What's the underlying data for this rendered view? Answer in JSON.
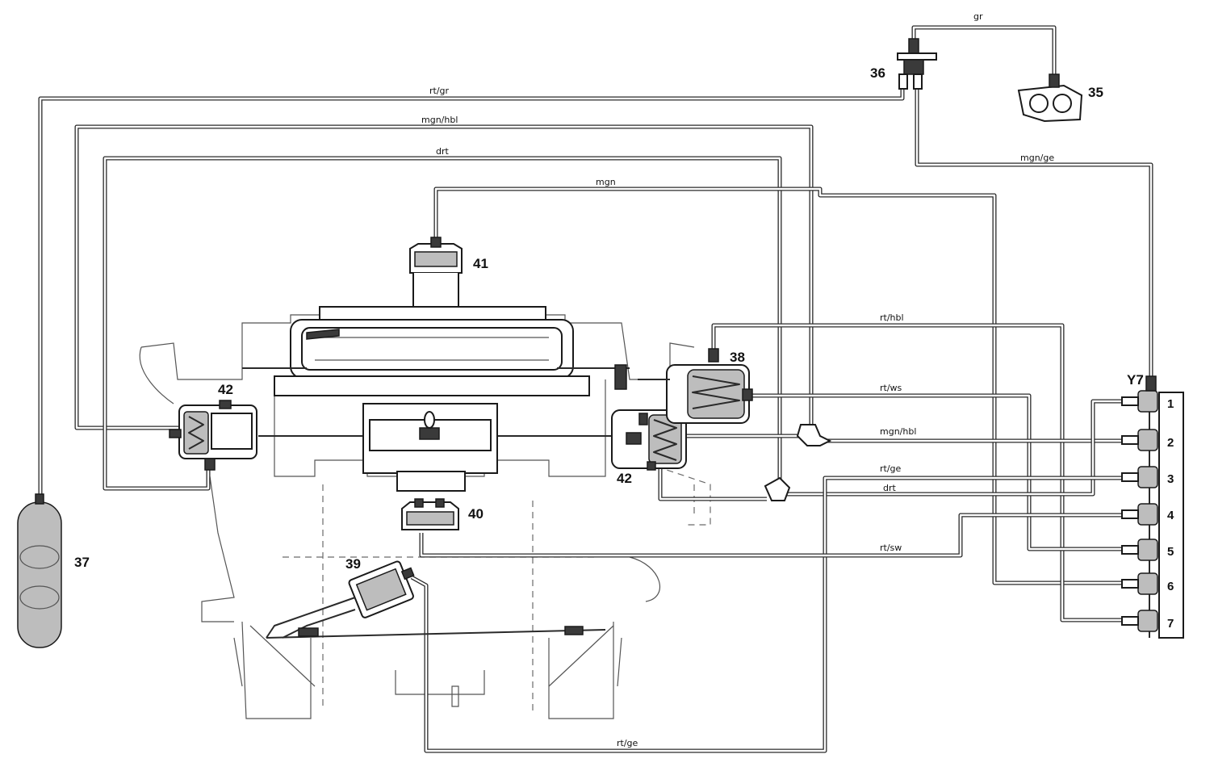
{
  "components": {
    "c35": "35",
    "c36": "36",
    "c37": "37",
    "c38": "38",
    "c39": "39",
    "c40": "40",
    "c41": "41",
    "c42_left": "42",
    "c42_right": "42",
    "y7": "Y7"
  },
  "wires": {
    "gr": "gr",
    "rt_gr": "rt/gr",
    "mgn_hbl_top": "mgn/hbl",
    "drt_top": "drt",
    "mgn": "mgn",
    "mgn_ge": "mgn/ge",
    "rt_hbl": "rt/hbl",
    "rt_ws": "rt/ws",
    "mgn_hbl_mid": "mgn/hbl",
    "rt_ge_mid": "rt/ge",
    "drt_mid": "drt",
    "rt_sw": "rt/sw",
    "rt_ge_bottom": "rt/ge"
  },
  "ports": [
    "1",
    "2",
    "3",
    "4",
    "5",
    "6",
    "7"
  ]
}
